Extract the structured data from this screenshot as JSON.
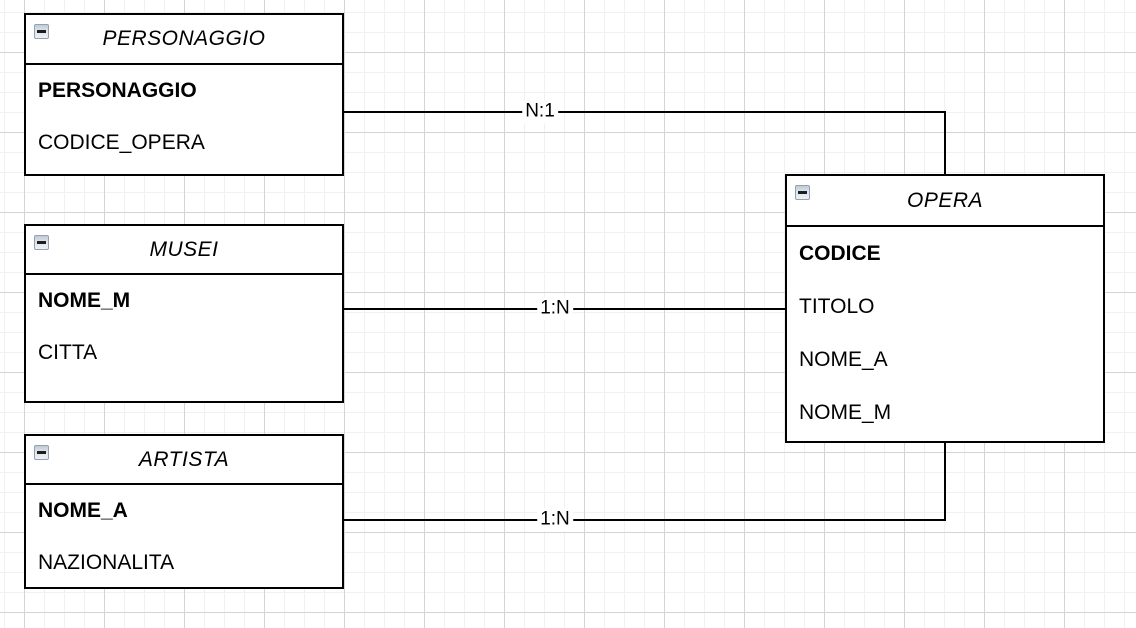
{
  "canvas": {
    "background_color": "#ffffff",
    "grid_minor_color": "#f1f1f1",
    "grid_major_color": "#d4d4d4",
    "line_color": "#000000",
    "entity_border_color": "#000000",
    "entity_background_color": "#ffffff"
  },
  "icons": {
    "collapse": "minus-icon"
  },
  "entities": [
    {
      "title": "PERSONAGGIO",
      "attributes": [
        {
          "label": "PERSONAGGIO",
          "primary_key": true
        },
        {
          "label": "CODICE_OPERA",
          "primary_key": false
        }
      ]
    },
    {
      "title": "MUSEI",
      "attributes": [
        {
          "label": "NOME_M",
          "primary_key": true
        },
        {
          "label": "CITTA",
          "primary_key": false
        }
      ]
    },
    {
      "title": "ARTISTA",
      "attributes": [
        {
          "label": "NOME_A",
          "primary_key": true
        },
        {
          "label": "NAZIONALITA",
          "primary_key": false
        }
      ]
    },
    {
      "title": "OPERA",
      "attributes": [
        {
          "label": "CODICE",
          "primary_key": true
        },
        {
          "label": "TITOLO",
          "primary_key": false
        },
        {
          "label": "NOME_A",
          "primary_key": false
        },
        {
          "label": "NOME_M",
          "primary_key": false
        }
      ]
    }
  ],
  "relationships": [
    {
      "from": "PERSONAGGIO",
      "to": "OPERA",
      "label": "N:1"
    },
    {
      "from": "MUSEI",
      "to": "OPERA",
      "label": "1:N"
    },
    {
      "from": "ARTISTA",
      "to": "OPERA",
      "label": "1:N"
    }
  ]
}
